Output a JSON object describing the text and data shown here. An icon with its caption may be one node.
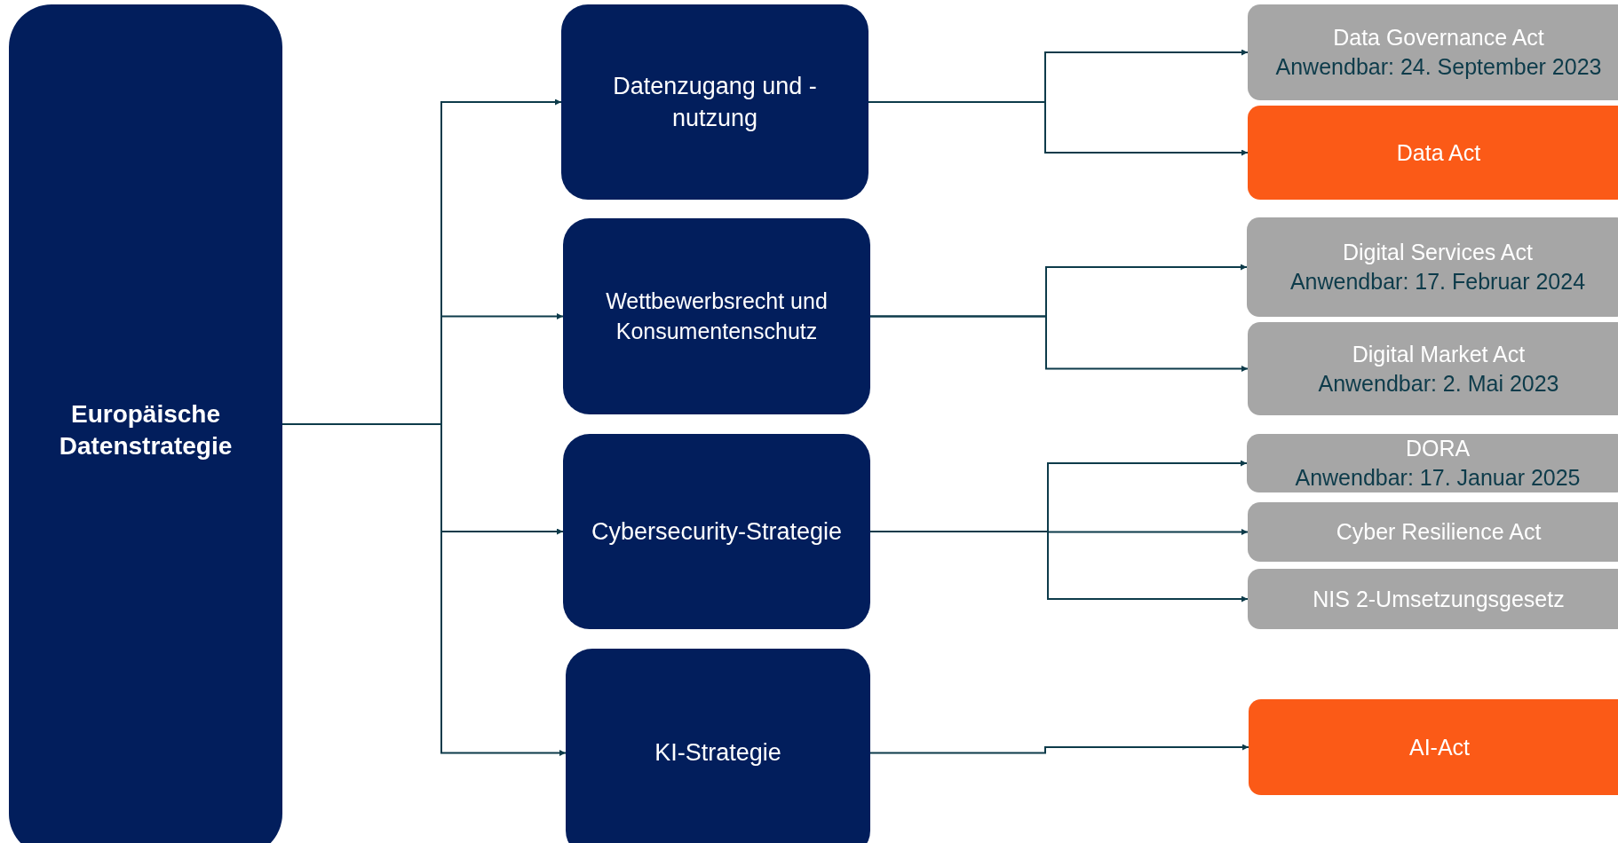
{
  "diagram": {
    "nodes": [
      {
        "text": [
          "Europäische Datenstrategie"
        ]
      },
      {
        "text": [
          "Datenzugang und -nutzung"
        ]
      },
      {
        "text": [
          "Wettbewerbsrecht und Konsumentenschutz"
        ]
      },
      {
        "text": [
          "Cybersecurity-Strategie"
        ]
      },
      {
        "text": [
          "KI-Strategie"
        ]
      },
      {
        "text": [
          "Data Governance Act",
          "Anwendbar: 24. September 2023"
        ]
      },
      {
        "text": [
          "Data Act"
        ]
      },
      {
        "text": [
          "Digital Services Act",
          "Anwendbar: 17. Februar 2024"
        ]
      },
      {
        "text": [
          "Digital Market Act",
          "Anwendbar: 2. Mai 2023"
        ]
      },
      {
        "text": [
          "DORA",
          "Anwendbar: 17. Januar 2025"
        ]
      },
      {
        "text": [
          "Cyber Resilience Act"
        ]
      },
      {
        "text": [
          "NIS 2-Umsetzungsgesetz"
        ]
      },
      {
        "text": [
          "AI-Act"
        ]
      }
    ],
    "edges": [
      {
        "from": 0,
        "to": 1,
        "arrow": "to"
      },
      {
        "from": 0,
        "to": 2,
        "arrow": "to"
      },
      {
        "from": 0,
        "to": 3,
        "arrow": "to"
      },
      {
        "from": 0,
        "to": 4,
        "arrow": "to"
      },
      {
        "from": 1,
        "to": 5,
        "arrow": "to"
      },
      {
        "from": 1,
        "to": 6,
        "arrow": "to"
      },
      {
        "from": 2,
        "to": 7,
        "arrow": "to"
      },
      {
        "from": 2,
        "to": 8,
        "arrow": "to"
      },
      {
        "from": 3,
        "to": 9,
        "arrow": "to"
      },
      {
        "from": 3,
        "to": 10,
        "arrow": "to"
      },
      {
        "from": 3,
        "to": 11,
        "arrow": "to"
      },
      {
        "from": 4,
        "to": 12,
        "arrow": "to"
      }
    ]
  }
}
